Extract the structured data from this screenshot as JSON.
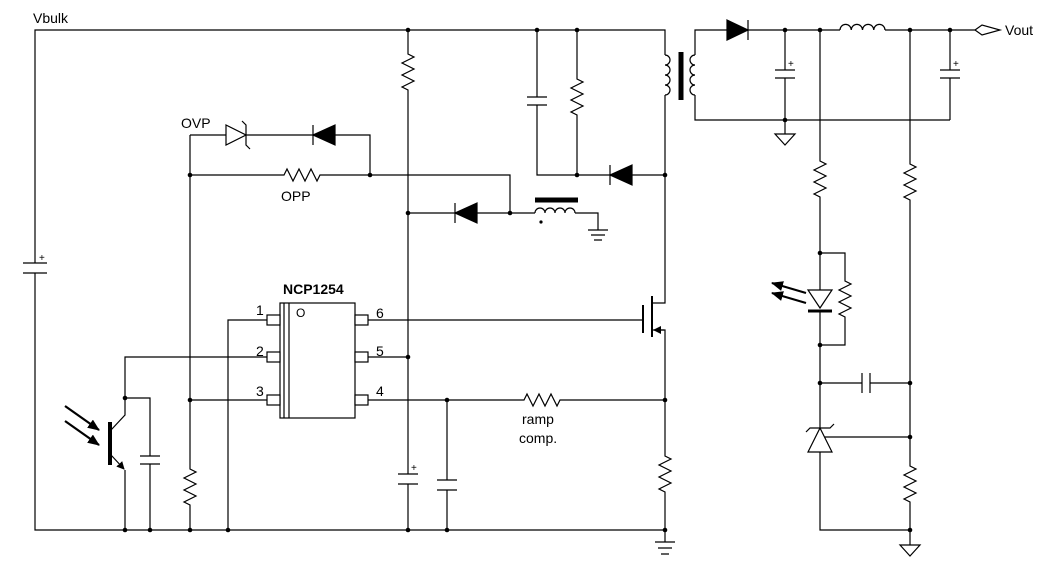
{
  "colors": {
    "wire": "#000000",
    "background": "#ffffff"
  },
  "labels": {
    "vbulk": "Vbulk",
    "vout": "Vout",
    "ovp": "OVP",
    "opp": "OPP",
    "ramp_comp": [
      "ramp",
      "comp."
    ]
  },
  "controller": {
    "name": "NCP1254",
    "pin1_marker": "O",
    "pins": [
      "1",
      "2",
      "3",
      "4",
      "5",
      "6"
    ]
  },
  "polarity_mark": "+"
}
